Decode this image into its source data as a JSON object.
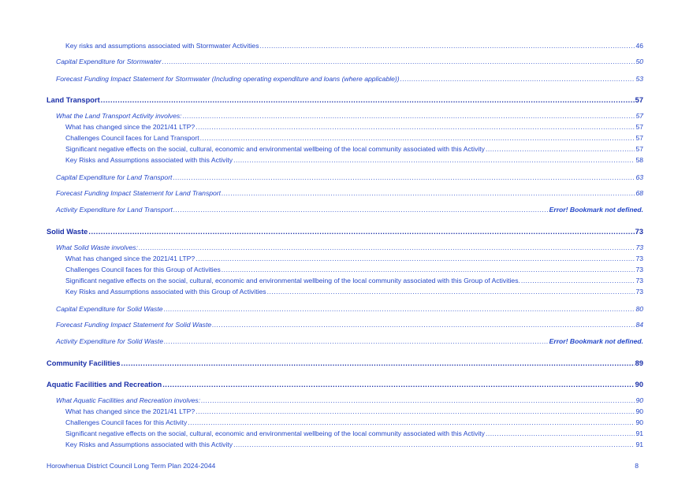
{
  "toc": [
    {
      "level": 3,
      "title": "Key risks and assumptions associated with Stormwater Activities",
      "page": "46"
    },
    {
      "level": 2,
      "title": "Capital Expenditure for Stormwater",
      "page": "50"
    },
    {
      "level": 2,
      "title": "Forecast Funding Impact Statement for Stormwater (Including operating expenditure and loans (where applicable))",
      "page": "53"
    },
    {
      "level": 1,
      "title": "Land Transport",
      "page": "57"
    },
    {
      "level": 2,
      "title": "What the Land Transport Activity involves:",
      "page": "57"
    },
    {
      "level": 3,
      "title": "What has changed since the 2021/41 LTP?",
      "page": "57"
    },
    {
      "level": 3,
      "title": "Challenges Council faces for Land Transport",
      "page": "57"
    },
    {
      "level": 3,
      "title": "Significant negative effects on the social, cultural, economic and environmental wellbeing of the local community associated with this Activity",
      "page": "57"
    },
    {
      "level": 3,
      "title": "Key Risks and Assumptions associated with this Activity",
      "page": "58"
    },
    {
      "level": 2,
      "title": "Capital Expenditure for Land Transport",
      "page": "63"
    },
    {
      "level": 2,
      "title": "Forecast Funding Impact Statement for Land Transport",
      "page": "68"
    },
    {
      "level": 2,
      "title": "Activity Expenditure for Land Transport",
      "page": "Error! Bookmark not defined."
    },
    {
      "level": 1,
      "title": "Solid Waste",
      "page": "73"
    },
    {
      "level": 2,
      "title": "What Solid Waste involves:",
      "page": "73"
    },
    {
      "level": 3,
      "title": "What has changed since the 2021/41 LTP?",
      "page": "73"
    },
    {
      "level": 3,
      "title": "Challenges Council faces for this Group of Activities",
      "page": "73"
    },
    {
      "level": 3,
      "title": "Significant negative effects on the social, cultural, economic and environmental wellbeing of the local community associated with this Group of Activities.",
      "page": "73"
    },
    {
      "level": 3,
      "title": "Key Risks and Assumptions associated with this Group of Activities",
      "page": "73"
    },
    {
      "level": 2,
      "title": "Capital Expenditure for Solid Waste",
      "page": "80"
    },
    {
      "level": 2,
      "title": "Forecast Funding Impact Statement for Solid Waste",
      "page": "84"
    },
    {
      "level": 2,
      "title": "Activity Expenditure for Solid Waste",
      "page": "Error! Bookmark not defined."
    },
    {
      "level": 1,
      "title": "Community Facilities",
      "page": "89"
    },
    {
      "level": 1,
      "title": "Aquatic Facilities and Recreation",
      "page": "90"
    },
    {
      "level": 2,
      "title": "What Aquatic Facilities and Recreation involves:",
      "page": "90"
    },
    {
      "level": 3,
      "title": "What has changed since the 2021/41 LTP?",
      "page": "90"
    },
    {
      "level": 3,
      "title": "Challenges Council faces for this Activity",
      "page": "90"
    },
    {
      "level": 3,
      "title": "Significant negative effects on the social, cultural, economic and environmental wellbeing of the local community associated with this Activity",
      "page": "91"
    },
    {
      "level": 3,
      "title": "Key Risks and Assumptions associated with this Activity",
      "page": "91"
    }
  ],
  "footer": {
    "document_title": "Horowhenua District Council Long Term Plan 2024-2044",
    "page_number": "8"
  }
}
